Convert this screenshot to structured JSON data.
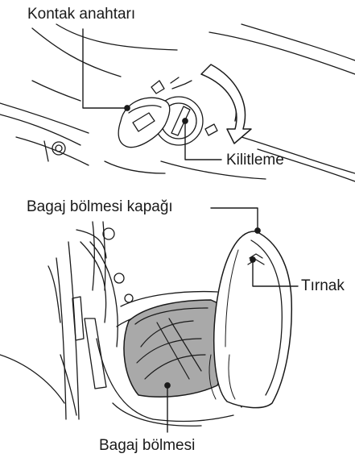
{
  "labels": {
    "ignition_key": "Kontak anahtarı",
    "locking": "Kilitleme",
    "storage_lid": "Bagaj bölmesi kapağı",
    "tab": "Tırnak",
    "storage_compartment": "Bagaj bölmesi"
  },
  "colors": {
    "line": "#1a1a1a",
    "compartment_fill": "#a9a9a9",
    "lid_fill": "#ffffff",
    "background": "#ffffff"
  }
}
